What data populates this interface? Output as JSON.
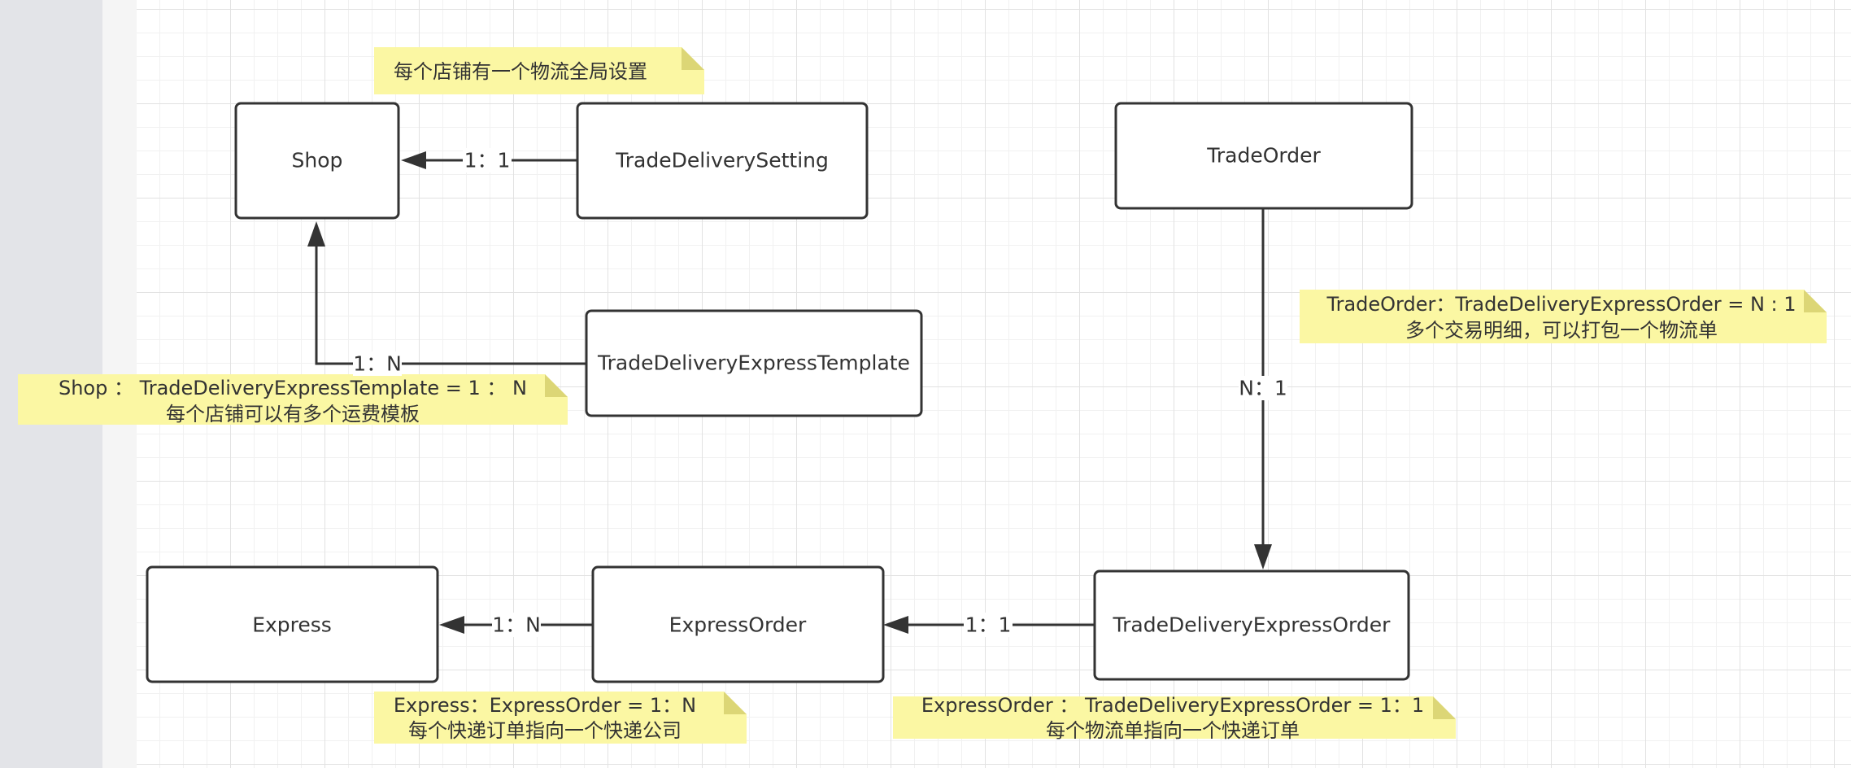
{
  "entities": {
    "shop": "Shop",
    "trade_delivery_setting": "TradeDeliverySetting",
    "trade_order": "TradeOrder",
    "trade_delivery_express_template": "TradeDeliveryExpressTemplate",
    "express": "Express",
    "express_order": "ExpressOrder",
    "trade_delivery_express_order": "TradeDeliveryExpressOrder"
  },
  "relations": {
    "setting_to_shop": "1：1",
    "template_to_shop": "1：N",
    "trade_order_to_delivery_order": "N：1",
    "express_order_to_express": "1：N",
    "delivery_order_to_express_order": "1：1"
  },
  "notes": {
    "shop_setting": {
      "line1": "每个店铺有一个物流全局设置"
    },
    "shop_template": {
      "line1": "Shop ： TradeDeliveryExpressTemplate = 1 ： N",
      "line2": "每个店铺可以有多个运费模板"
    },
    "trade_order": {
      "line1": "TradeOrder：TradeDeliveryExpressOrder = N : 1",
      "line2": "多个交易明细，可以打包一个物流单"
    },
    "express": {
      "line1": "Express：ExpressOrder = 1：N",
      "line2": "每个快递订单指向一个快递公司"
    },
    "express_order": {
      "line1": "ExpressOrder ： TradeDeliveryExpressOrder = 1：1",
      "line2": "每个物流单指向一个快递订单"
    }
  },
  "colors": {
    "note_background": "#fbf7a3",
    "note_fold": "#dcd676",
    "line": "#333333",
    "grid": "#e2e2e2"
  }
}
